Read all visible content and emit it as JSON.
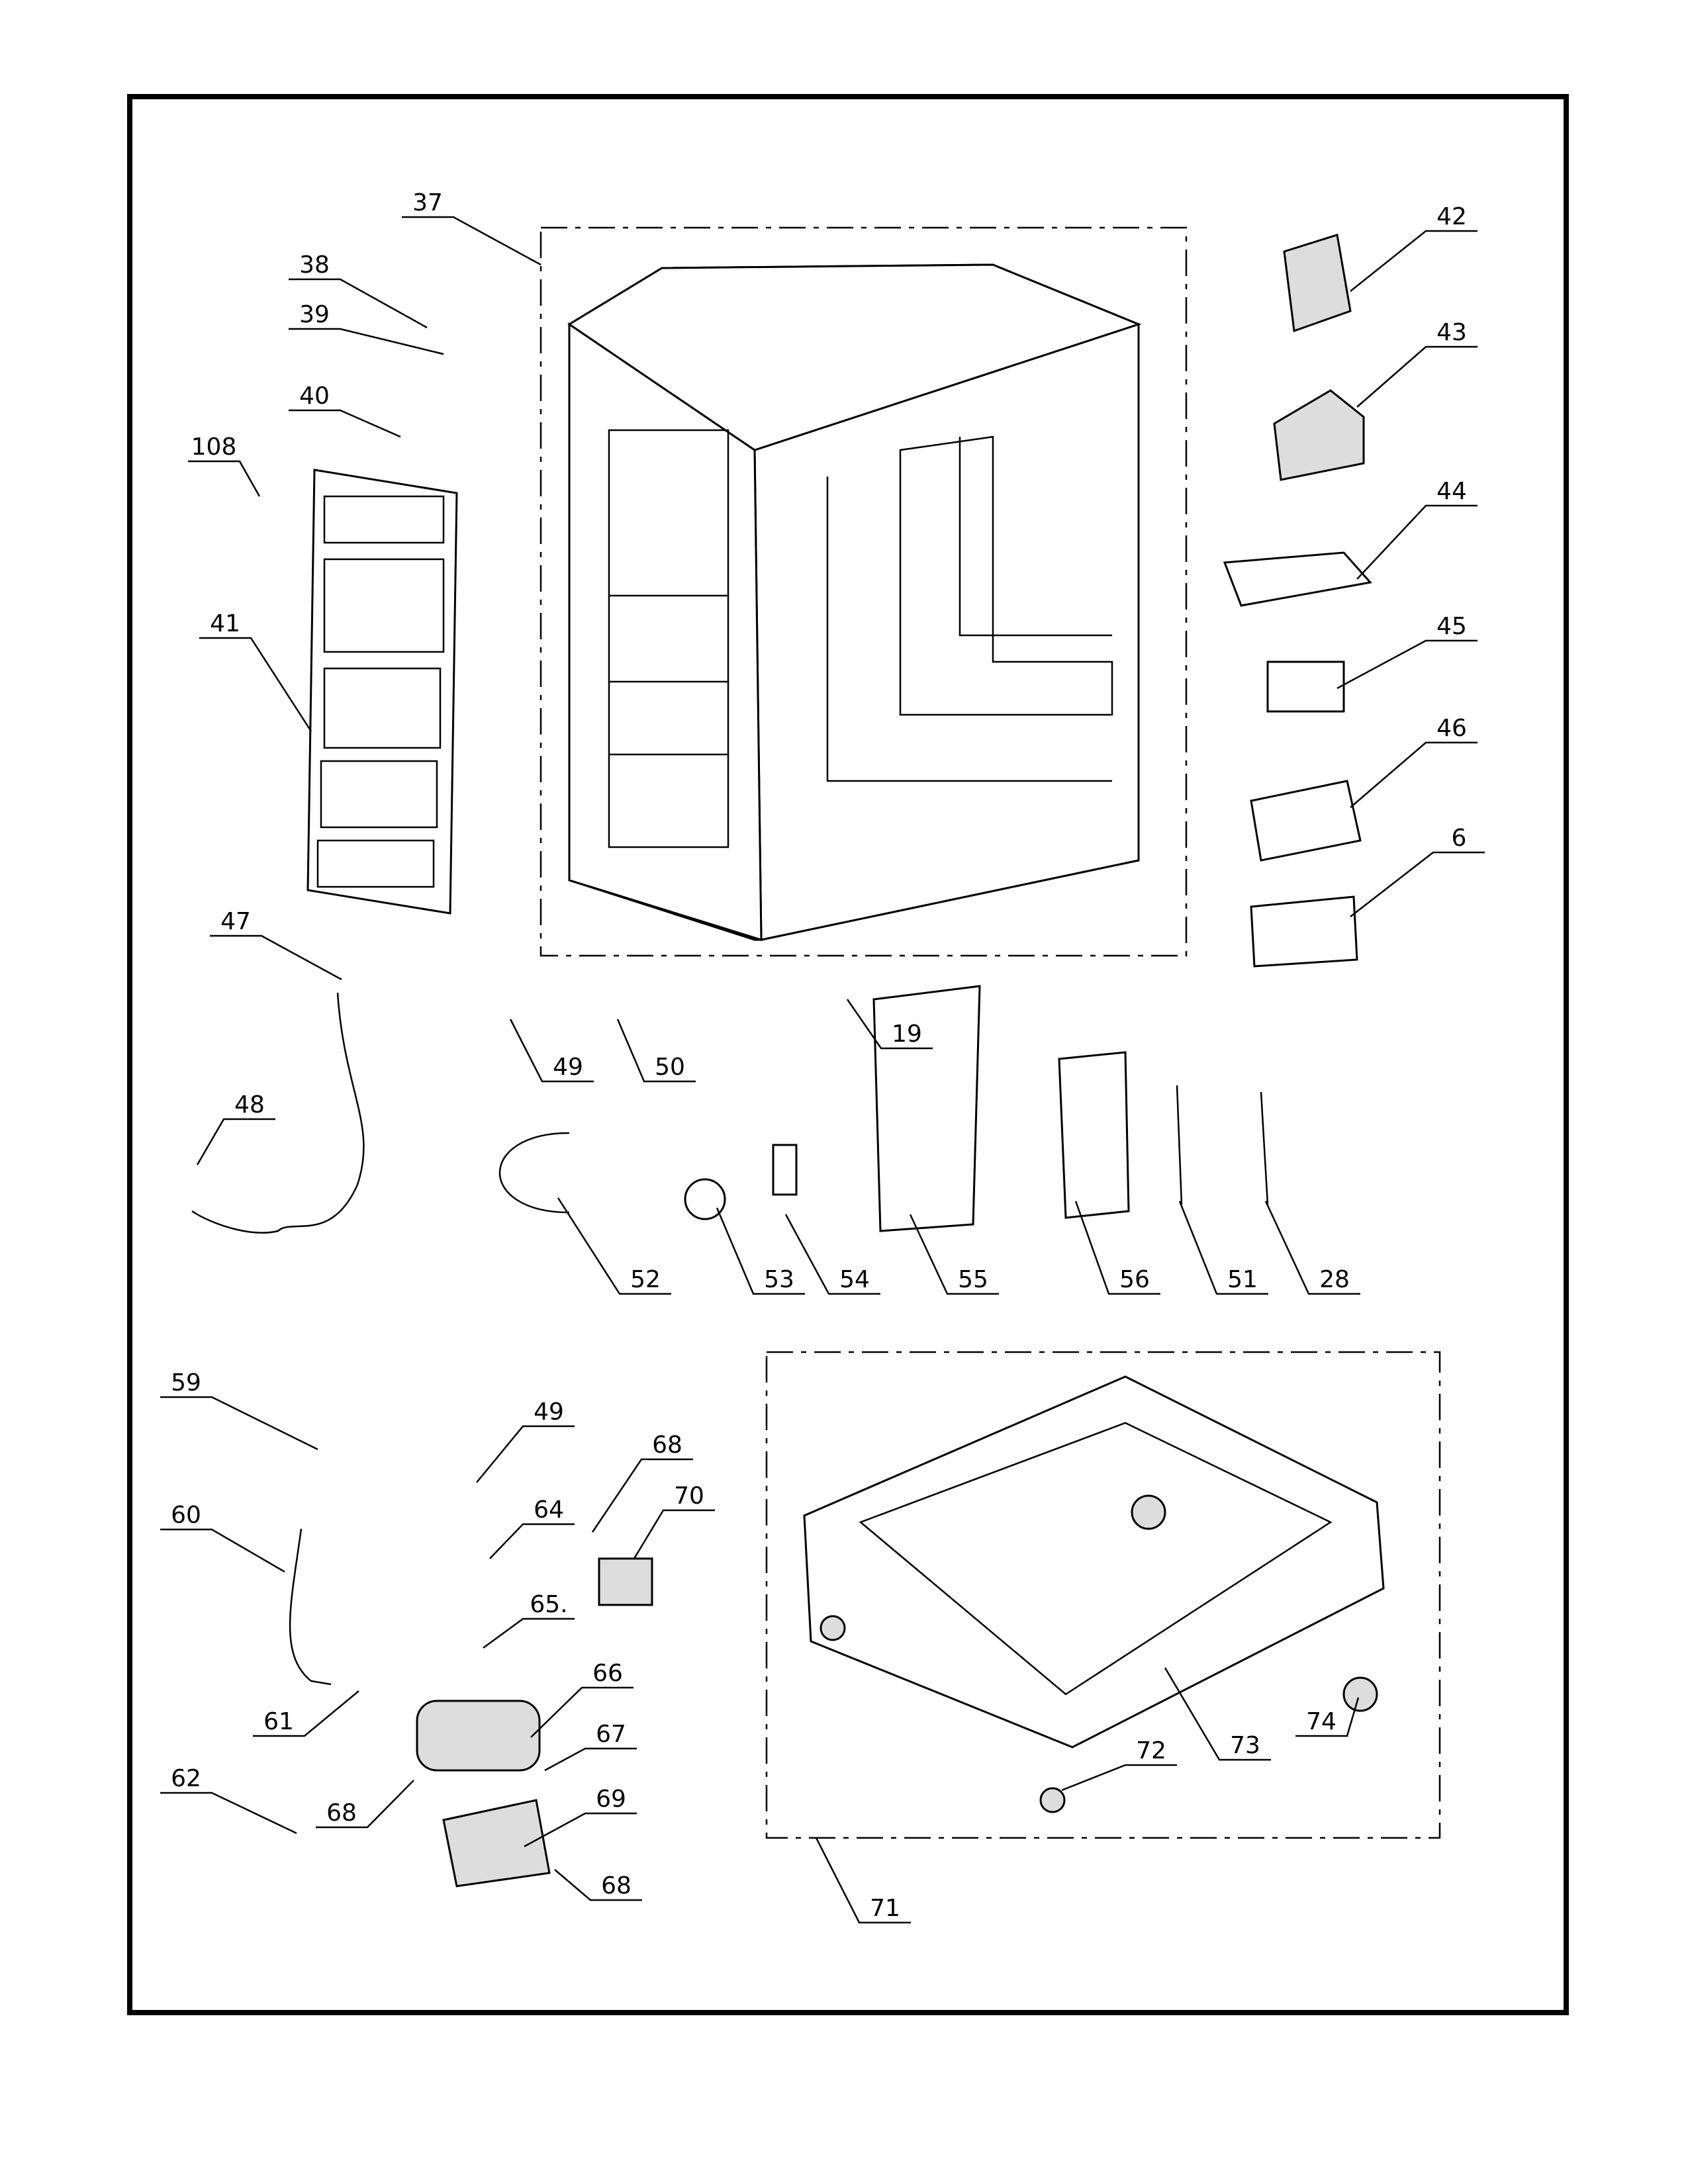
{
  "diagram": {
    "type": "exploded-parts-view",
    "callouts": [
      "37",
      "38",
      "39",
      "40",
      "108",
      "41",
      "47",
      "48",
      "49",
      "50",
      "19",
      "52",
      "53",
      "54",
      "55",
      "56",
      "51",
      "28",
      "42",
      "43",
      "44",
      "45",
      "46",
      "6",
      "59",
      "49",
      "68",
      "70",
      "60",
      "64",
      "65.",
      "66",
      "61",
      "67",
      "62",
      "68",
      "69",
      "68",
      "71",
      "72",
      "73",
      "74"
    ]
  }
}
